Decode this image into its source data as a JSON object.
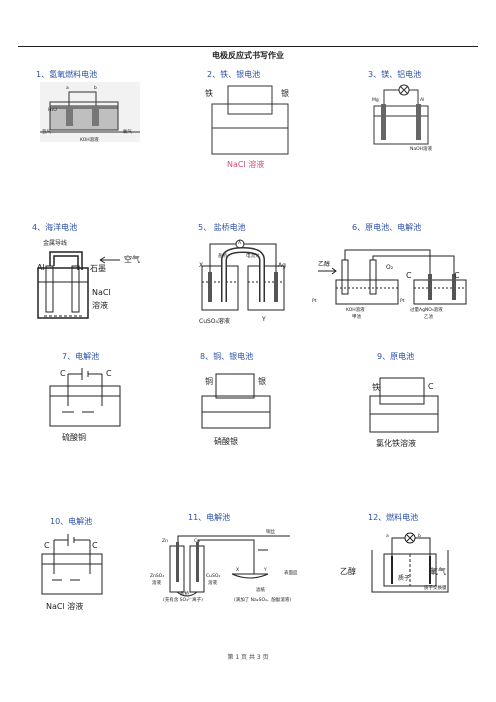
{
  "page": {
    "title": "电极反应式书写作业",
    "footer": "第 1 页 共 3 页"
  },
  "items": [
    {
      "label": "1、氢氧燃料电池",
      "texts": [
        "a",
        "b",
        "氢气",
        "KOH溶液",
        "氧气",
        "H₂O"
      ]
    },
    {
      "label": "2、铁、银电池",
      "texts": [
        "铁",
        "银",
        "NaCl 溶液"
      ]
    },
    {
      "label": "3、镁、铝电池",
      "texts": [
        "Mg",
        "Al",
        "NaOH溶液"
      ]
    },
    {
      "label": "4、海洋电池",
      "texts": [
        "金属导线",
        "空气",
        "Al",
        "石墨",
        "NaCl",
        "溶液"
      ]
    },
    {
      "label": "5、 盐桥电池",
      "texts": [
        "A",
        "盐桥",
        "电流计",
        "X",
        "Ag",
        "CuSO₄溶液",
        "Y"
      ]
    },
    {
      "label": "6、原电池、电解池",
      "texts": [
        "乙醇",
        "O₂",
        "C",
        "C",
        "Pt",
        "Pt",
        "KOH溶液",
        "甲池",
        "过量AgNO₃溶液",
        "乙池"
      ]
    },
    {
      "label": "7、电解池",
      "texts": [
        "C",
        "C",
        "硫酸铜"
      ]
    },
    {
      "label": "8、铜、银电池",
      "texts": [
        "铜",
        "银",
        "硝酸银"
      ]
    },
    {
      "label": "9、原电池",
      "texts": [
        "铁",
        "C",
        "氯化铁溶液"
      ]
    },
    {
      "label": "10、电解池",
      "texts": [
        "C",
        "C",
        "NaCl 溶液"
      ]
    },
    {
      "label": "11、电解池",
      "texts": [
        "Zn",
        "Cu",
        "铜丝",
        "ZnSO₄",
        "溶液",
        "CuSO₄",
        "溶液",
        "盐桥",
        "X",
        "Y",
        "表面皿",
        "滤纸",
        "(充有含 SO₄²⁻离子)",
        "(滴加了 Na₂SO₄、酚酞溶液)"
      ]
    },
    {
      "label": "12、燃料电池",
      "texts": [
        "a",
        "b",
        "乙醇",
        "氧气",
        "质子",
        "质子交换膜"
      ]
    }
  ]
}
